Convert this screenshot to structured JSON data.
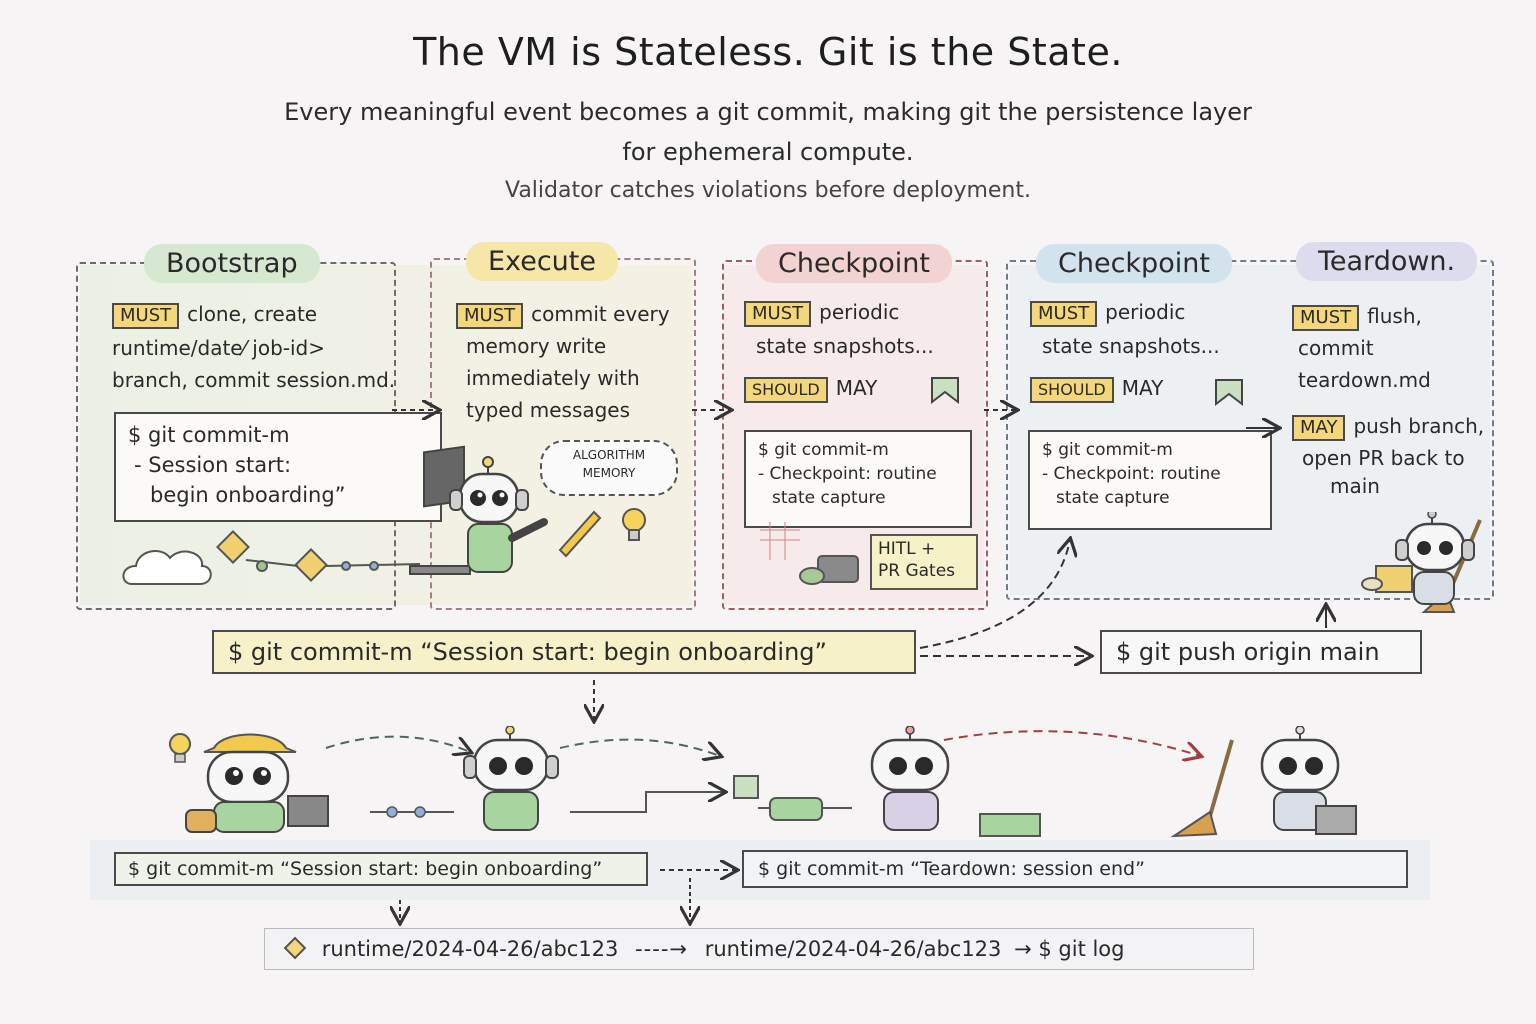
{
  "header": {
    "title": "The VM is Stateless. Git is the State.",
    "subtitle_line1": "Every meaningful event becomes a git commit, making git the persistence layer",
    "subtitle_line2": "for ephemeral compute.",
    "subtitle_line3": "Validator catches violations before deployment."
  },
  "phases": {
    "bootstrap": {
      "title": "Bootstrap",
      "must_tag": "MUST",
      "line1": "clone, create",
      "line2": "runtime/date⁄ job-id>",
      "line3": "branch, commit session.md.",
      "term_line1": "$ git commit-m",
      "term_line2": "- Session start:",
      "term_line3": "begin onboarding”"
    },
    "execute": {
      "title": "Execute",
      "must_tag": "MUST",
      "line1": "commit every",
      "line2": "memory write",
      "line3": "immediately with",
      "line4": "typed messages",
      "bubble_line1": "ALGORITHM",
      "bubble_line2": "MEMORY"
    },
    "checkpoint1": {
      "title": "Checkpoint",
      "must_tag": "MUST",
      "line1": "periodic",
      "line2": "state snapshots...",
      "should_tag": "SHOULD",
      "may": "MAY",
      "term_line1": "$ git commit-m",
      "term_line2": "- Checkpoint: routine",
      "term_line3": "state capture",
      "note_line1": "HITL +",
      "note_line2": "PR Gates"
    },
    "checkpoint2": {
      "title": "Checkpoint",
      "must_tag": "MUST",
      "line1": "periodic",
      "line2": "state snapshots...",
      "should_tag": "SHOULD",
      "may": "MAY",
      "term_line1": "$ git commit-m",
      "term_line2": "- Checkpoint: routine",
      "term_line3": "state capture"
    },
    "teardown": {
      "title": "Teardown.",
      "must_tag": "MUST",
      "line1": "flush,",
      "line2": "commit",
      "line3": "teardown.md",
      "may_tag": "MAY",
      "line4": "push branch,",
      "line5": "open PR back to",
      "line6": "main"
    }
  },
  "commands": {
    "session_start": "$ git commit-m “Session start: begin onboarding”",
    "push": "$ git push origin main",
    "lower_session": "$ git commit-m  “Session start: begin onboarding”",
    "lower_teardown": "$ git commit-m “Teardown: session end”"
  },
  "branch_bar": {
    "left": "runtime/2024-04-26/abc123",
    "right": "runtime/2024-04-26/abc123",
    "tail": "→ $ git log"
  },
  "colors": {
    "green": "#d6e8cf",
    "yellow": "#f6e6a8",
    "pink": "#f3d2d2",
    "blue": "#d3e3ee",
    "lavender": "#dcdcec",
    "tag": "#f4d77a"
  }
}
